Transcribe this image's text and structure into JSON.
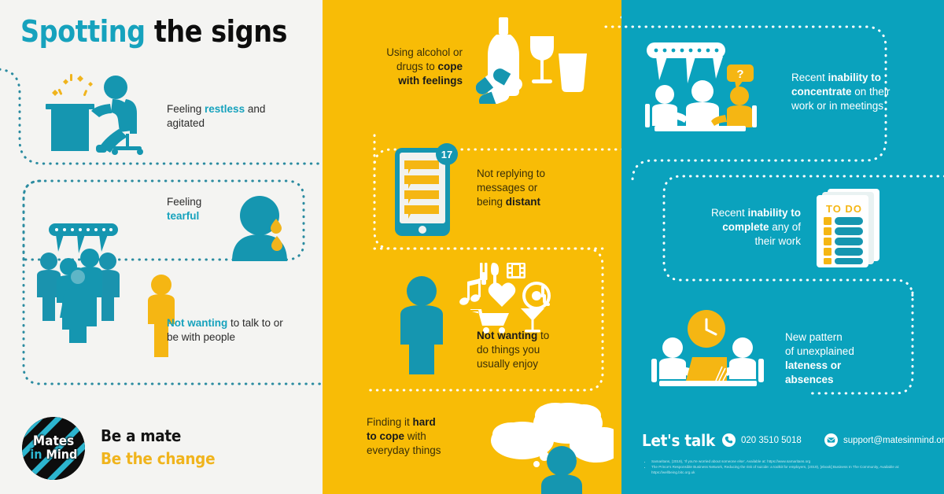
{
  "title": {
    "part1": "Spotting ",
    "part2": "the signs"
  },
  "colors": {
    "teal": "#0aa2bd",
    "yellow": "#f8bc06",
    "off_white": "#f4f4f2",
    "text_dark": "#2b2b2b",
    "accent_teal_text": "#16a2bd"
  },
  "panels": {
    "left": {
      "items": [
        {
          "id": "restless",
          "icon": "person-at-desk-restless-icon",
          "text_pre": "Feeling ",
          "text_hl": "restless",
          "text_post": " and agitated"
        },
        {
          "id": "tearful",
          "icon": "crying-person-icon",
          "text_pre": "Feeling ",
          "text_hl": "tearful",
          "text_post": ""
        },
        {
          "id": "not-wanting-people",
          "icon": "crowd-and-isolated-person-icon",
          "text_pre": "",
          "text_hl": "Not wanting",
          "text_post": " to talk to or be with people"
        }
      ]
    },
    "middle": {
      "items": [
        {
          "id": "alcohol-drugs",
          "icon": "bottle-glasses-pills-icon",
          "line1": "Using alcohol or",
          "line2_pre": "drugs to ",
          "line2_b": "cope",
          "line3_b": "with feelings"
        },
        {
          "id": "not-replying",
          "icon": "phone-messages-icon",
          "badge": "17",
          "line1": "Not replying to",
          "line2": "messages or",
          "line3_pre": "being ",
          "line3_b": "distant"
        },
        {
          "id": "no-enjoyment",
          "icon": "person-with-hobby-icons",
          "sub_icons": [
            "cutlery-icon",
            "film-icon",
            "music-note-icon",
            "heart-icon",
            "at-sign-icon",
            "shopping-cart-icon",
            "cocktail-glass-icon"
          ],
          "line1_b": "Not wanting",
          "line1_post": " to",
          "line2": "do things you",
          "line3": "usually enjoy"
        },
        {
          "id": "hard-to-cope",
          "icon": "person-with-thought-clouds-icon",
          "line1_pre": "Finding it ",
          "line1_b": "hard",
          "line2_b": "to cope",
          "line2_post": " with",
          "line3": "everyday things"
        }
      ]
    },
    "right": {
      "items": [
        {
          "id": "cannot-concentrate",
          "icon": "meeting-table-people-icon",
          "question_mark": "?",
          "line1_pre": "Recent ",
          "line1_b": "inability to",
          "line2_b": "concentrate",
          "line2_post": " on their",
          "line3": "work or in meetings"
        },
        {
          "id": "cannot-complete-work",
          "icon": "todo-list-icon",
          "list_title": "TO DO",
          "line1_pre": "Recent ",
          "line1_b": "inability to",
          "line2_b": "complete",
          "line2_post": " any of",
          "line3": "their work"
        },
        {
          "id": "lateness-absences",
          "icon": "desk-clock-two-people-icon",
          "line1": "New pattern",
          "line2": "of unexplained",
          "line3_b": "lateness or",
          "line4_b": "absences"
        }
      ]
    }
  },
  "footer_left": {
    "logo_line1": "Mates",
    "logo_line2_in": "in ",
    "logo_line2_mind": "Mind",
    "tagline1": "Be a mate",
    "tagline2": "Be the change"
  },
  "footer_right": {
    "lets_talk": "Let's talk",
    "phone": "020 3510 5018",
    "email": "support@matesinmind.org",
    "references": [
      "Samaritans, (2019), 'If you're worried about someone else', Available at: https://www.samaritans.org",
      "The Prince's Responsible Business Network, Reducing the risk of suicide: a toolkit for employers, (2019), [ebook] Business In The Community, Available at: https://wellbeing.bitc.org.uk"
    ]
  }
}
